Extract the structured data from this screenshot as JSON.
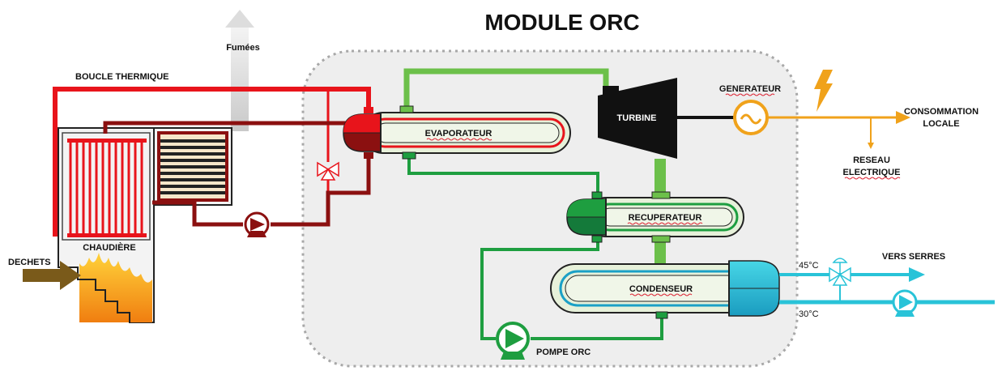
{
  "title": "MODULE ORC",
  "labels": {
    "fumees": "Fumées",
    "boucle_thermique": "BOUCLE THERMIQUE",
    "chaudiere": "CHAUDIÈRE",
    "dechets": "DECHETS",
    "evaporateur": "EVAPORATEUR",
    "turbine": "TURBINE",
    "generateur": "GENERATEUR",
    "consommation_line1": "CONSOMMATION",
    "consommation_line2": "LOCALE",
    "reseau_line1": "RESEAU",
    "reseau_line2": "ELECTRIQUE",
    "recuperateur": "RECUPERATEUR",
    "condenseur": "CONDENSEUR",
    "pompe_orc": "POMPE ORC",
    "vers_serres": "VERS SERRES",
    "temp_hot": "45°C",
    "temp_cold": "30°C"
  },
  "colors": {
    "thermal_loop": "#e8141b",
    "thermal_dark": "#8b1010",
    "orc_light_green": "#6cc04a",
    "orc_green": "#1e9e40",
    "orc_dark_green": "#147a3a",
    "cooling_cyan": "#29c3d8",
    "electric": "#f0a21b",
    "module_bg": "#eeeeee",
    "fire": "#f59a12"
  }
}
